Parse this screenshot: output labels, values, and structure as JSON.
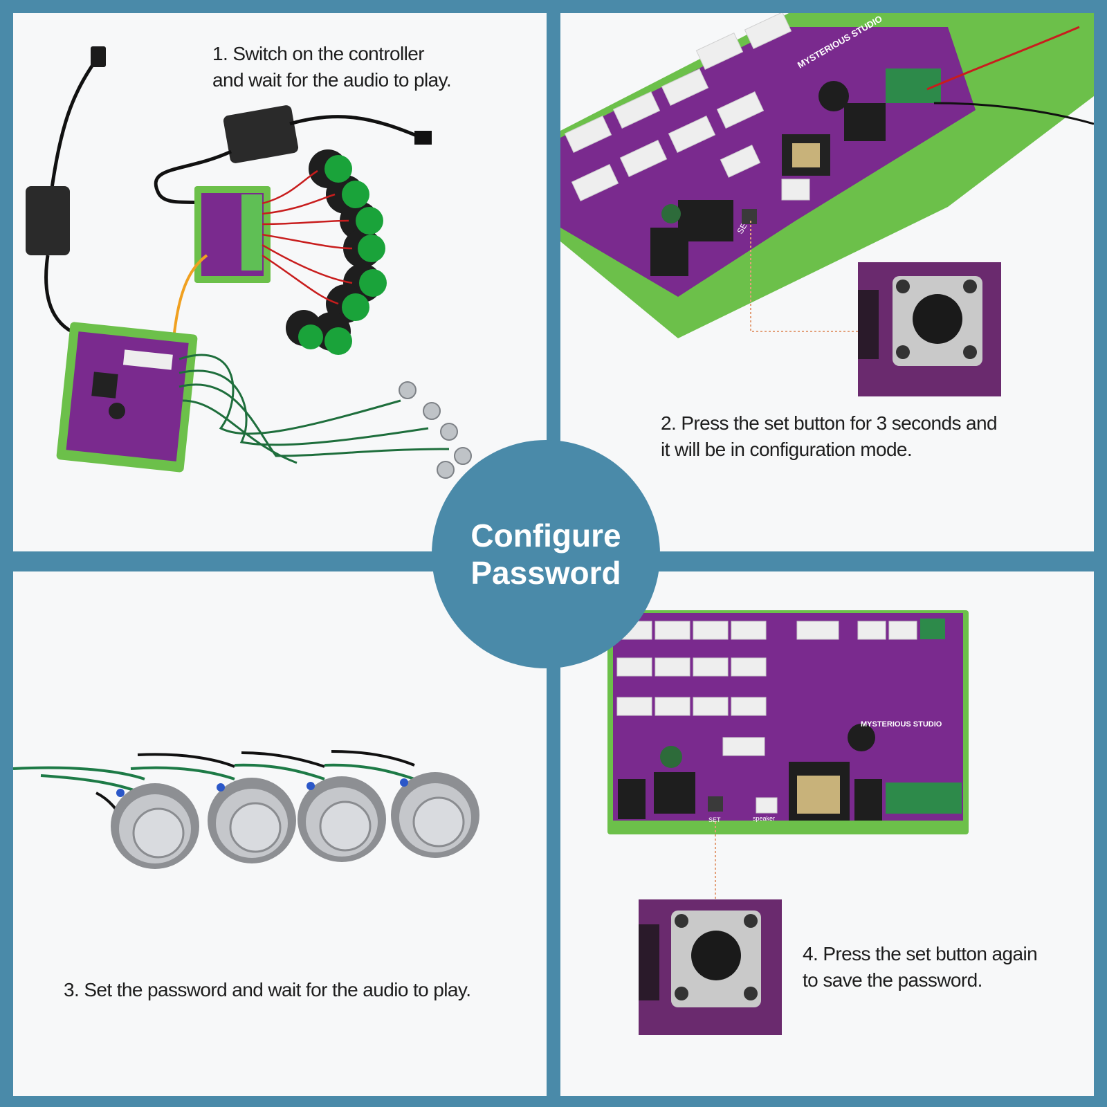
{
  "center": {
    "line1": "Configure",
    "line2": "Password"
  },
  "steps": {
    "one": {
      "line1": "1.  Switch on the controller",
      "line2": "and wait for the audio to play."
    },
    "two": {
      "line1": "2.  Press the set button for 3 seconds and",
      "line2": "it will be in configuration mode."
    },
    "three": {
      "line1": "3. Set the password and wait for the audio to play."
    },
    "four": {
      "line1": "4.  Press the set button again",
      "line2": "to save the password."
    }
  },
  "board": {
    "brand": "MYSTERIOUS STUDIO",
    "set_label": "SET",
    "speaker_label": "speaker"
  },
  "colors": {
    "background": "#4a8aa9",
    "panel": "#f7f8f9",
    "pcb": "#7a2a8e",
    "case": "#6cc04a"
  }
}
